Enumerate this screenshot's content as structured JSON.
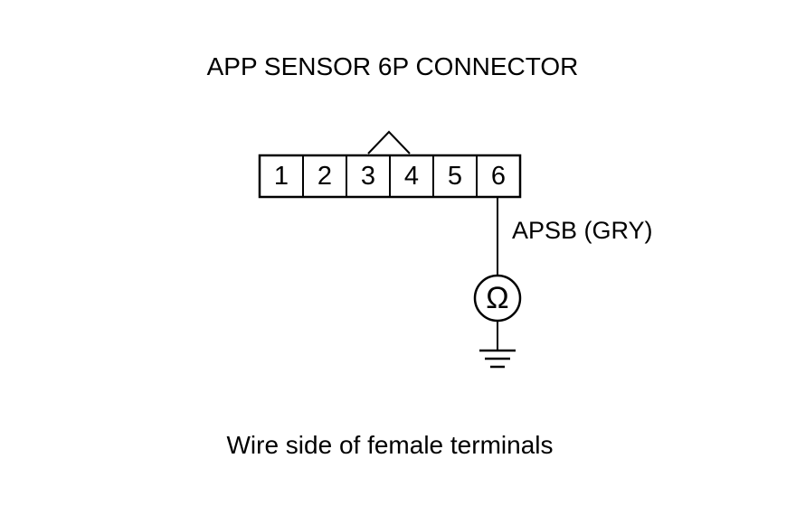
{
  "title": "APP SENSOR 6P CONNECTOR",
  "connector": {
    "pins": [
      "1",
      "2",
      "3",
      "4",
      "5",
      "6"
    ],
    "key_between_pins": [
      "3",
      "4"
    ],
    "probe_pin": "6"
  },
  "wire": {
    "label": "APSB (GRY)"
  },
  "meter": {
    "symbol": "Ω",
    "icon": "ohmmeter-icon"
  },
  "ground": {
    "icon": "ground-icon"
  },
  "caption": "Wire side of female terminals",
  "colors": {
    "ink": "#000000",
    "background": "#ffffff"
  }
}
